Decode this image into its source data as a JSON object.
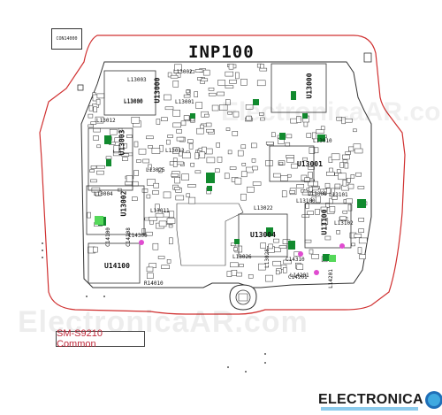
{
  "title": "INP100",
  "connector": "CON14000",
  "model": "SM-S9210 Common",
  "logo_text": "ELECTRONICA",
  "watermark": "ElectronicaAR.com",
  "colors": {
    "outline": "#d03030",
    "board_fill": "#ffffff",
    "component_border": "#333333",
    "green": "#118a2e",
    "pink": "#e04cd0",
    "text": "#111111"
  },
  "components": [
    {
      "ref": "U13000",
      "rot": true
    },
    {
      "ref": "L13003"
    },
    {
      "ref": "L13002"
    },
    {
      "ref": "L13000"
    },
    {
      "ref": "L13001"
    },
    {
      "ref": "U13003",
      "rot": true
    },
    {
      "ref": "L13025"
    },
    {
      "ref": "U13002",
      "rot": true
    },
    {
      "ref": "L13004"
    },
    {
      "ref": "L13011"
    },
    {
      "ref": "L13022"
    },
    {
      "ref": "U13004"
    },
    {
      "ref": "L13026"
    },
    {
      "ref": "L13028",
      "rot": true
    },
    {
      "ref": "C14310"
    },
    {
      "ref": "U13100",
      "rot": true
    },
    {
      "ref": "L13102"
    },
    {
      "ref": "L13101"
    },
    {
      "ref": "U13001"
    },
    {
      "ref": "L13010"
    },
    {
      "ref": "U13000",
      "rot": true
    },
    {
      "ref": "L14201"
    },
    {
      "ref": "U14100"
    },
    {
      "ref": "R14010"
    },
    {
      "ref": "C14201"
    },
    {
      "ref": "L14201",
      "rot": true
    },
    {
      "ref": "C14300"
    },
    {
      "ref": "C14100"
    },
    {
      "ref": "C14108"
    },
    {
      "ref": "L13100"
    },
    {
      "ref": "L13000"
    },
    {
      "ref": "L13012"
    },
    {
      "ref": "L13013"
    },
    {
      "ref": "L13008"
    }
  ]
}
